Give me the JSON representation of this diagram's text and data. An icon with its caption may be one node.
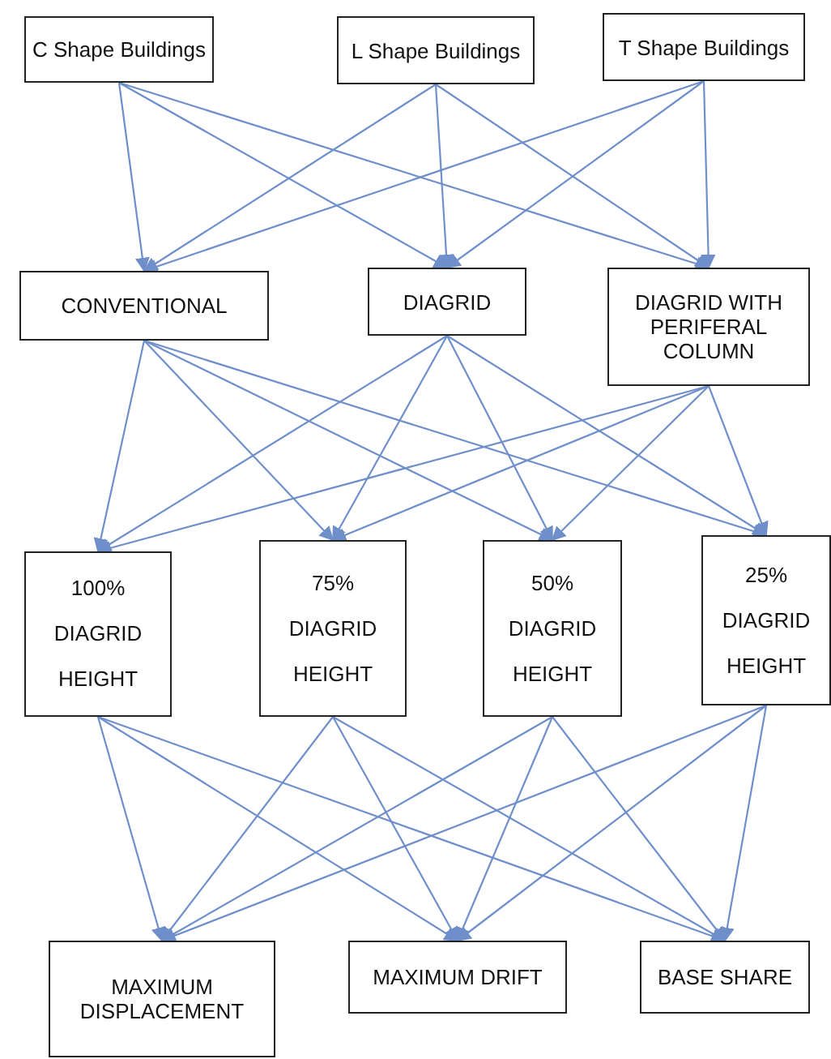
{
  "diagram": {
    "nodes": [
      {
        "text": [
          "C Shape Buildings"
        ]
      },
      {
        "text": [
          "L Shape Buildings"
        ]
      },
      {
        "text": [
          "T Shape Buildings"
        ]
      },
      {
        "text": [
          "CONVENTIONAL"
        ]
      },
      {
        "text": [
          "DIAGRID"
        ]
      },
      {
        "text": [
          "DIAGRID WITH PERIFERAL COLUMN"
        ]
      },
      {
        "text": [
          "100% DIAGRID HEIGHT"
        ]
      },
      {
        "text": [
          "75% DIAGRID HEIGHT"
        ]
      },
      {
        "text": [
          "50% DIAGRID HEIGHT"
        ]
      },
      {
        "text": [
          "25% DIAGRID HEIGHT"
        ]
      },
      {
        "text": [
          "MAXIMUM DISPLACEMENT"
        ]
      },
      {
        "text": [
          "MAXIMUM DRIFT"
        ]
      },
      {
        "text": [
          "BASE SHARE"
        ]
      }
    ],
    "edges": [
      {
        "from": 0,
        "to": 3,
        "arrow": "to"
      },
      {
        "from": 0,
        "to": 4,
        "arrow": "to"
      },
      {
        "from": 0,
        "to": 5,
        "arrow": "to"
      },
      {
        "from": 1,
        "to": 3,
        "arrow": "to"
      },
      {
        "from": 1,
        "to": 4,
        "arrow": "to"
      },
      {
        "from": 1,
        "to": 5,
        "arrow": "to"
      },
      {
        "from": 2,
        "to": 3,
        "arrow": "to"
      },
      {
        "from": 2,
        "to": 4,
        "arrow": "to"
      },
      {
        "from": 2,
        "to": 5,
        "arrow": "to"
      },
      {
        "from": 3,
        "to": 6,
        "arrow": "to"
      },
      {
        "from": 3,
        "to": 7,
        "arrow": "to"
      },
      {
        "from": 3,
        "to": 8,
        "arrow": "to"
      },
      {
        "from": 3,
        "to": 9,
        "arrow": "to"
      },
      {
        "from": 4,
        "to": 6,
        "arrow": "to"
      },
      {
        "from": 4,
        "to": 7,
        "arrow": "to"
      },
      {
        "from": 4,
        "to": 8,
        "arrow": "to"
      },
      {
        "from": 4,
        "to": 9,
        "arrow": "to"
      },
      {
        "from": 5,
        "to": 6,
        "arrow": "to"
      },
      {
        "from": 5,
        "to": 7,
        "arrow": "to"
      },
      {
        "from": 5,
        "to": 8,
        "arrow": "to"
      },
      {
        "from": 5,
        "to": 9,
        "arrow": "to"
      },
      {
        "from": 6,
        "to": 10,
        "arrow": "to"
      },
      {
        "from": 6,
        "to": 11,
        "arrow": "to"
      },
      {
        "from": 6,
        "to": 12,
        "arrow": "to"
      },
      {
        "from": 7,
        "to": 10,
        "arrow": "to"
      },
      {
        "from": 7,
        "to": 11,
        "arrow": "to"
      },
      {
        "from": 7,
        "to": 12,
        "arrow": "to"
      },
      {
        "from": 8,
        "to": 10,
        "arrow": "to"
      },
      {
        "from": 8,
        "to": 11,
        "arrow": "to"
      },
      {
        "from": 8,
        "to": 12,
        "arrow": "to"
      },
      {
        "from": 9,
        "to": 10,
        "arrow": "to"
      },
      {
        "from": 9,
        "to": 11,
        "arrow": "to"
      },
      {
        "from": 9,
        "to": 12,
        "arrow": "to"
      }
    ]
  }
}
